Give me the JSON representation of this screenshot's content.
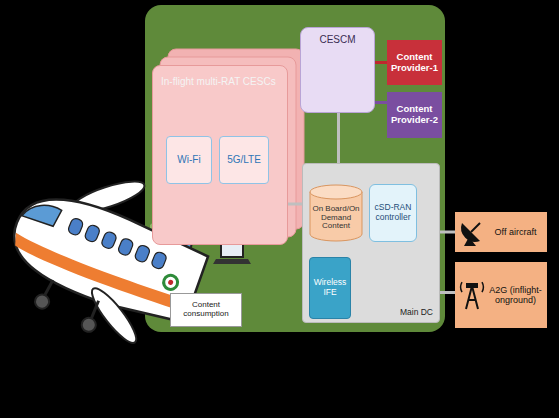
{
  "diagram": {
    "nodes": [
      {
        "text": [
          "In-flight multi-RAT CESCs"
        ]
      },
      {
        "text": [
          "Wi-Fi"
        ],
        "in": 0
      },
      {
        "text": [
          "5G/LTE"
        ],
        "in": 0
      },
      {
        "text": [
          "CESCM"
        ]
      },
      {
        "text": [
          "Content Provider-1"
        ]
      },
      {
        "text": [
          "Content Provider-2"
        ]
      },
      {
        "text": [
          "Main DC"
        ]
      },
      {
        "text": [
          "On Board/On Demand Content"
        ],
        "in": 6
      },
      {
        "text": [
          "cSD-RAN controller"
        ],
        "in": 6
      },
      {
        "text": [
          "Wireless IFE"
        ],
        "in": 6
      },
      {
        "text": [
          "Content consumption"
        ]
      },
      {
        "text": [
          "Off aircraft"
        ]
      },
      {
        "text": [
          "A2G (inflight-onground)"
        ]
      }
    ],
    "edges": [
      {
        "from": 3,
        "to": 4,
        "arrow": "none"
      },
      {
        "from": 3,
        "to": 5,
        "arrow": "none"
      },
      {
        "from": 3,
        "to": 6,
        "arrow": "none"
      },
      {
        "from": 0,
        "to": 6,
        "arrow": "none"
      },
      {
        "from": 6,
        "to": 11,
        "arrow": "none"
      },
      {
        "from": 6,
        "to": 12,
        "arrow": "none"
      }
    ]
  }
}
